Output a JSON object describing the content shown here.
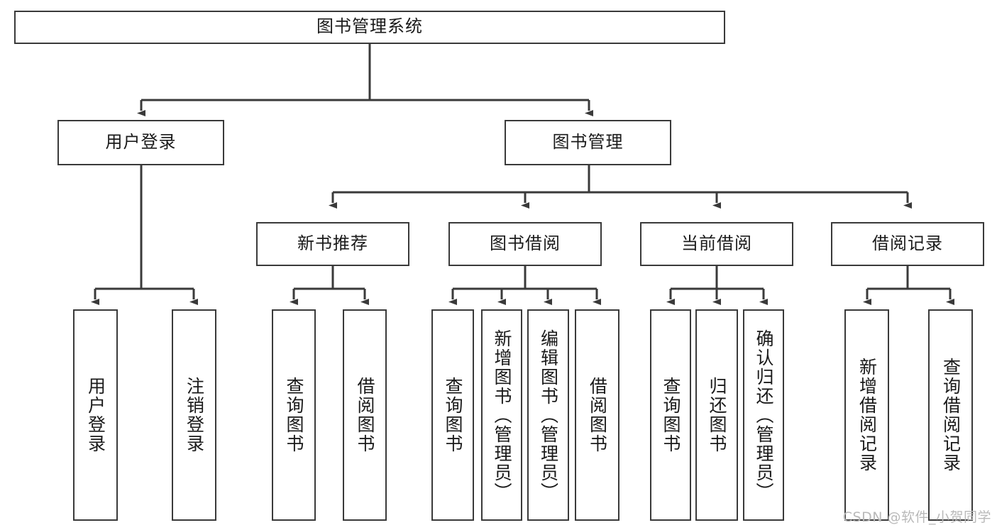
{
  "diagram": {
    "title": "图书管理系统",
    "type": "tree-hierarchy-diagram",
    "watermark": "CSDN @软件_小贺同学",
    "colors": {
      "stroke": "#3a3a3a",
      "fill": "#ffffff",
      "text": "#1a1a1a",
      "watermark": "#b9b9b9"
    }
  },
  "nodes": {
    "root": {
      "label": "图书管理系统"
    },
    "level2": [
      {
        "id": "user-login",
        "label": "用户登录"
      },
      {
        "id": "book-management",
        "label": "图书管理"
      }
    ],
    "level3": [
      {
        "id": "new-book-recommend",
        "label": "新书推荐"
      },
      {
        "id": "book-borrow",
        "label": "图书借阅"
      },
      {
        "id": "current-borrow",
        "label": "当前借阅"
      },
      {
        "id": "borrow-record",
        "label": "借阅记录"
      }
    ],
    "leaves": {
      "user-login": [
        {
          "id": "leaf-user-login",
          "label": "用户登录"
        },
        {
          "id": "leaf-logout-login",
          "label": "注销登录"
        }
      ],
      "new-book-recommend": [
        {
          "id": "leaf-query-book-1",
          "label": "查询图书"
        },
        {
          "id": "leaf-borrow-book-1",
          "label": "借阅图书"
        }
      ],
      "book-borrow": [
        {
          "id": "leaf-query-book-2",
          "label": "查询图书"
        },
        {
          "id": "leaf-add-book-admin",
          "label": "新增图书（管理员）"
        },
        {
          "id": "leaf-edit-book-admin",
          "label": "编辑图书（管理员）"
        },
        {
          "id": "leaf-borrow-book-2",
          "label": "借阅图书"
        }
      ],
      "current-borrow": [
        {
          "id": "leaf-query-book-3",
          "label": "查询图书"
        },
        {
          "id": "leaf-return-book",
          "label": "归还图书"
        },
        {
          "id": "leaf-confirm-return-admin",
          "label": "确认归还（管理员）"
        }
      ],
      "borrow-record": [
        {
          "id": "leaf-add-borrow-record",
          "label": "新增借阅记录"
        },
        {
          "id": "leaf-query-borrow-record",
          "label": "查询借阅记录"
        }
      ]
    }
  }
}
